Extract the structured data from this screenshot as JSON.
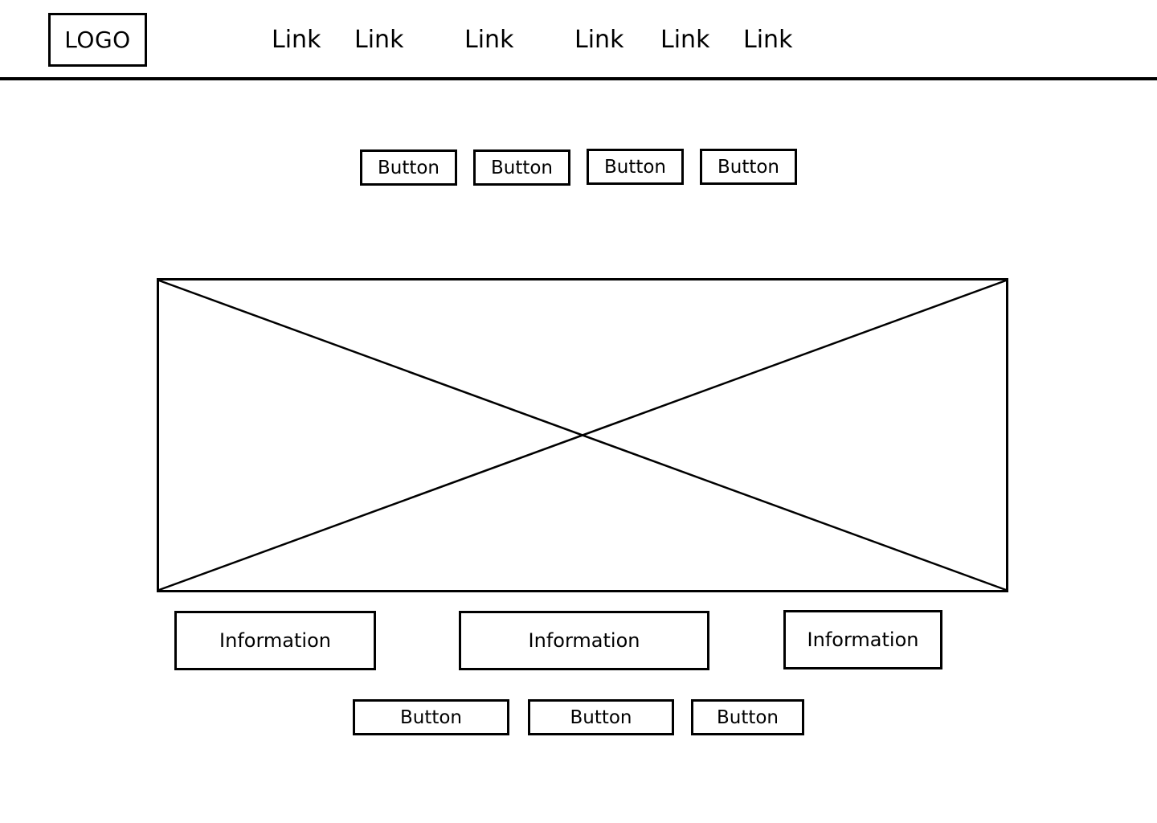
{
  "header": {
    "logo": "LOGO",
    "links": [
      "Link",
      "Link",
      "Link",
      "Link",
      "Link",
      "Link"
    ]
  },
  "top_buttons": [
    "Button",
    "Button",
    "Button",
    "Button"
  ],
  "info_boxes": [
    "Information",
    "Information",
    "Information"
  ],
  "bottom_buttons": [
    "Button",
    "Button",
    "Button"
  ],
  "colors": {
    "stroke": "#000000",
    "background": "#ffffff"
  },
  "icons": {
    "hero": "image-placeholder-icon"
  }
}
